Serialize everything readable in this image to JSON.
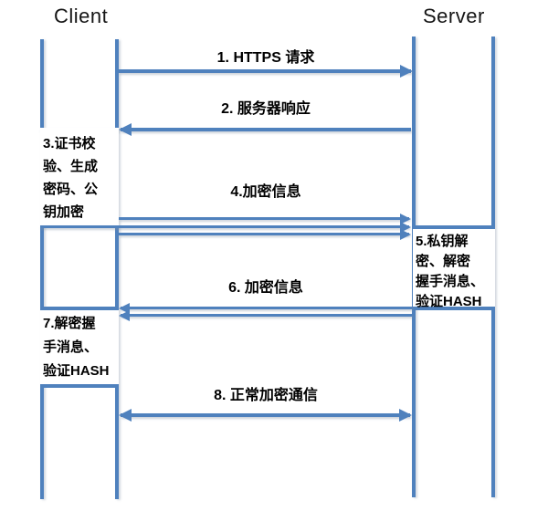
{
  "actors": {
    "client_label": "Client",
    "server_label": "Server"
  },
  "messages": [
    {
      "label": "1. HTTPS 请求",
      "direction": "client-to-server",
      "line_count": 1
    },
    {
      "label": "2. 服务器响应",
      "direction": "server-to-client",
      "line_count": 1
    },
    {
      "label": "4.加密信息",
      "direction": "client-to-server",
      "line_count": 3
    },
    {
      "label": "6. 加密信息",
      "direction": "server-to-client",
      "line_count": 2
    },
    {
      "label": "8. 正常加密通信",
      "direction": "bidirectional",
      "line_count": 1
    }
  ],
  "notes": [
    {
      "side": "client",
      "label": "3.证书校\n验、生成\n密码、公\n钥加密"
    },
    {
      "side": "server",
      "label": "5.私钥解\n密、解密\n握手消息、\n验证HASH"
    },
    {
      "side": "client",
      "label": "7.解密握\n手消息、\n验证HASH"
    }
  ],
  "colors": {
    "line": "#4f81bd",
    "text": "#000000",
    "background": "#ffffff"
  }
}
